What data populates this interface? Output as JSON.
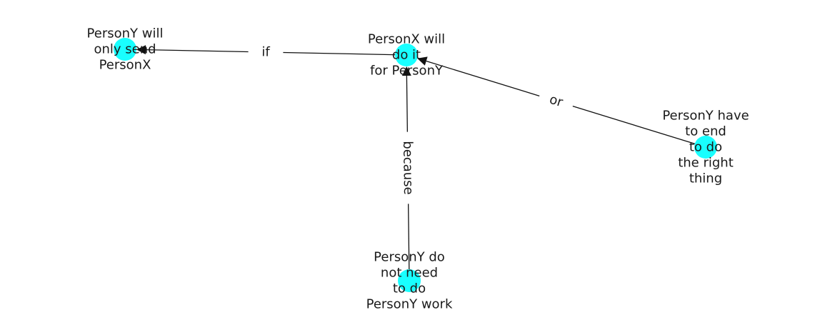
{
  "colors": {
    "node": "#19ffff",
    "edge": "#111111",
    "text": "#1a1a1a",
    "background": "#ffffff"
  },
  "nodes": [
    {
      "id": "n1",
      "lines": [
        "PersonY will",
        "only send",
        "PersonX"
      ]
    },
    {
      "id": "n2",
      "lines": [
        "PersonX will",
        "do it",
        "for PersonY"
      ]
    },
    {
      "id": "n3",
      "lines": [
        "PersonY have",
        "to end",
        "to do",
        "the right",
        "thing"
      ]
    },
    {
      "id": "n4",
      "lines": [
        "PersonY do",
        "not need",
        "to do",
        "PersonY work"
      ]
    }
  ],
  "edges": [
    {
      "id": "e1",
      "source": "n2",
      "target": "n1",
      "label": "if"
    },
    {
      "id": "e2",
      "source": "n3",
      "target": "n2",
      "label": "or"
    },
    {
      "id": "e3",
      "source": "n4",
      "target": "n2",
      "label": "because"
    }
  ]
}
